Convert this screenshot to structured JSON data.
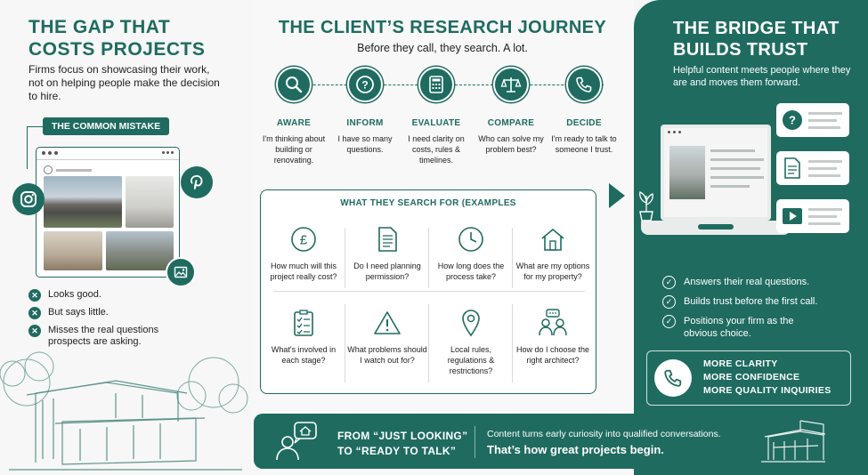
{
  "left": {
    "title": "THE GAP THAT COSTS PROJECTS",
    "intro": "Firms focus on showcasing their work, not on helping people make the decision to hire.",
    "mistake_label": "THE COMMON MISTAKE",
    "points": [
      "Looks good.",
      "But says little.",
      "Misses the real questions prospects are asking."
    ]
  },
  "middle": {
    "title": "THE CLIENT’S RESEARCH JOURNEY",
    "subtitle": "Before they call, they search. A lot.",
    "steps": [
      {
        "name": "AWARE",
        "desc": "I'm thinking about building or renovating.",
        "icon": "magnifier-icon"
      },
      {
        "name": "INFORM",
        "desc": "I have so many questions.",
        "icon": "question-icon"
      },
      {
        "name": "EVALUATE",
        "desc": "I need clarity on costs, rules & timelines.",
        "icon": "calculator-icon"
      },
      {
        "name": "COMPARE",
        "desc": "Who can solve my problem best?",
        "icon": "scales-icon"
      },
      {
        "name": "DECIDE",
        "desc": "I'm ready to talk to someone I trust.",
        "icon": "phone-icon"
      }
    ],
    "search_title": "WHAT THEY SEARCH FOR (EXAMPLES",
    "questions": [
      {
        "text": "How much will this project really cost?",
        "icon": "pound-icon"
      },
      {
        "text": "Do I need planning permission?",
        "icon": "document-icon"
      },
      {
        "text": "How long does the process take?",
        "icon": "clock-icon"
      },
      {
        "text": "What are my options for my property?",
        "icon": "house-icon"
      },
      {
        "text": "What's involved in each stage?",
        "icon": "checklist-icon"
      },
      {
        "text": "What problems should I watch out for?",
        "icon": "warning-icon"
      },
      {
        "text": "Local rules, regulations & restrictions?",
        "icon": "location-pin-icon"
      },
      {
        "text": "How do I choose the right architect?",
        "icon": "people-chat-icon"
      }
    ]
  },
  "banner": {
    "headline": "FROM “JUST LOOKING” TO “READY TO TALK”",
    "line1": "Content turns early curiosity into qualified conversations.",
    "line2": "That’s how great projects begin."
  },
  "right": {
    "title": "THE BRIDGE THAT BUILDS TRUST",
    "intro": "Helpful content meets people where they are and moves them forward.",
    "benefits": [
      "Answers their real questions.",
      "Builds trust before the first call.",
      "Positions your firm as the obvious choice."
    ],
    "outcomes": [
      "MORE CLARITY",
      "MORE CONFIDENCE",
      "MORE QUALITY INQUIRIES"
    ]
  },
  "colors": {
    "accent": "#1f6b60",
    "background": "#f4f5f4"
  }
}
